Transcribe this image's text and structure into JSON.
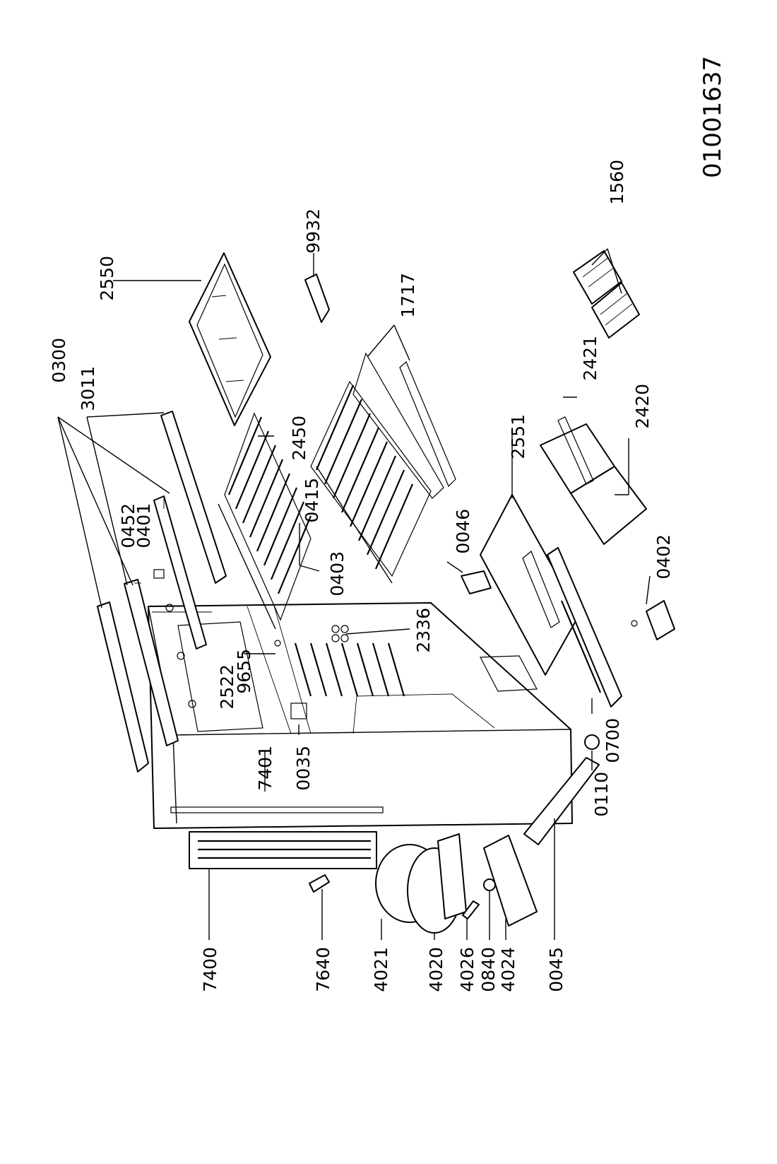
{
  "document_number": "01001637",
  "labels": {
    "p0300": "0300",
    "p3011": "3011",
    "p2550": "2550",
    "p9932": "9932",
    "p1717": "1717",
    "p1560": "1560",
    "p2450": "2450",
    "p0415": "0415",
    "p0452": "0452",
    "p0401": "0401",
    "p0403": "0403",
    "p2421": "2421",
    "p2420": "2420",
    "p2551": "2551",
    "p0046": "0046",
    "p0402": "0402",
    "p2336": "2336",
    "p9655": "9655",
    "p2522": "2522",
    "p7401": "7401",
    "p0035": "0035",
    "p0700": "0700",
    "p0110": "0110",
    "p7400": "7400",
    "p7640": "7640",
    "p4021": "4021",
    "p4020": "4020",
    "p4026": "4026",
    "p0840": "0840",
    "p4024": "4024",
    "p0045": "0045"
  }
}
